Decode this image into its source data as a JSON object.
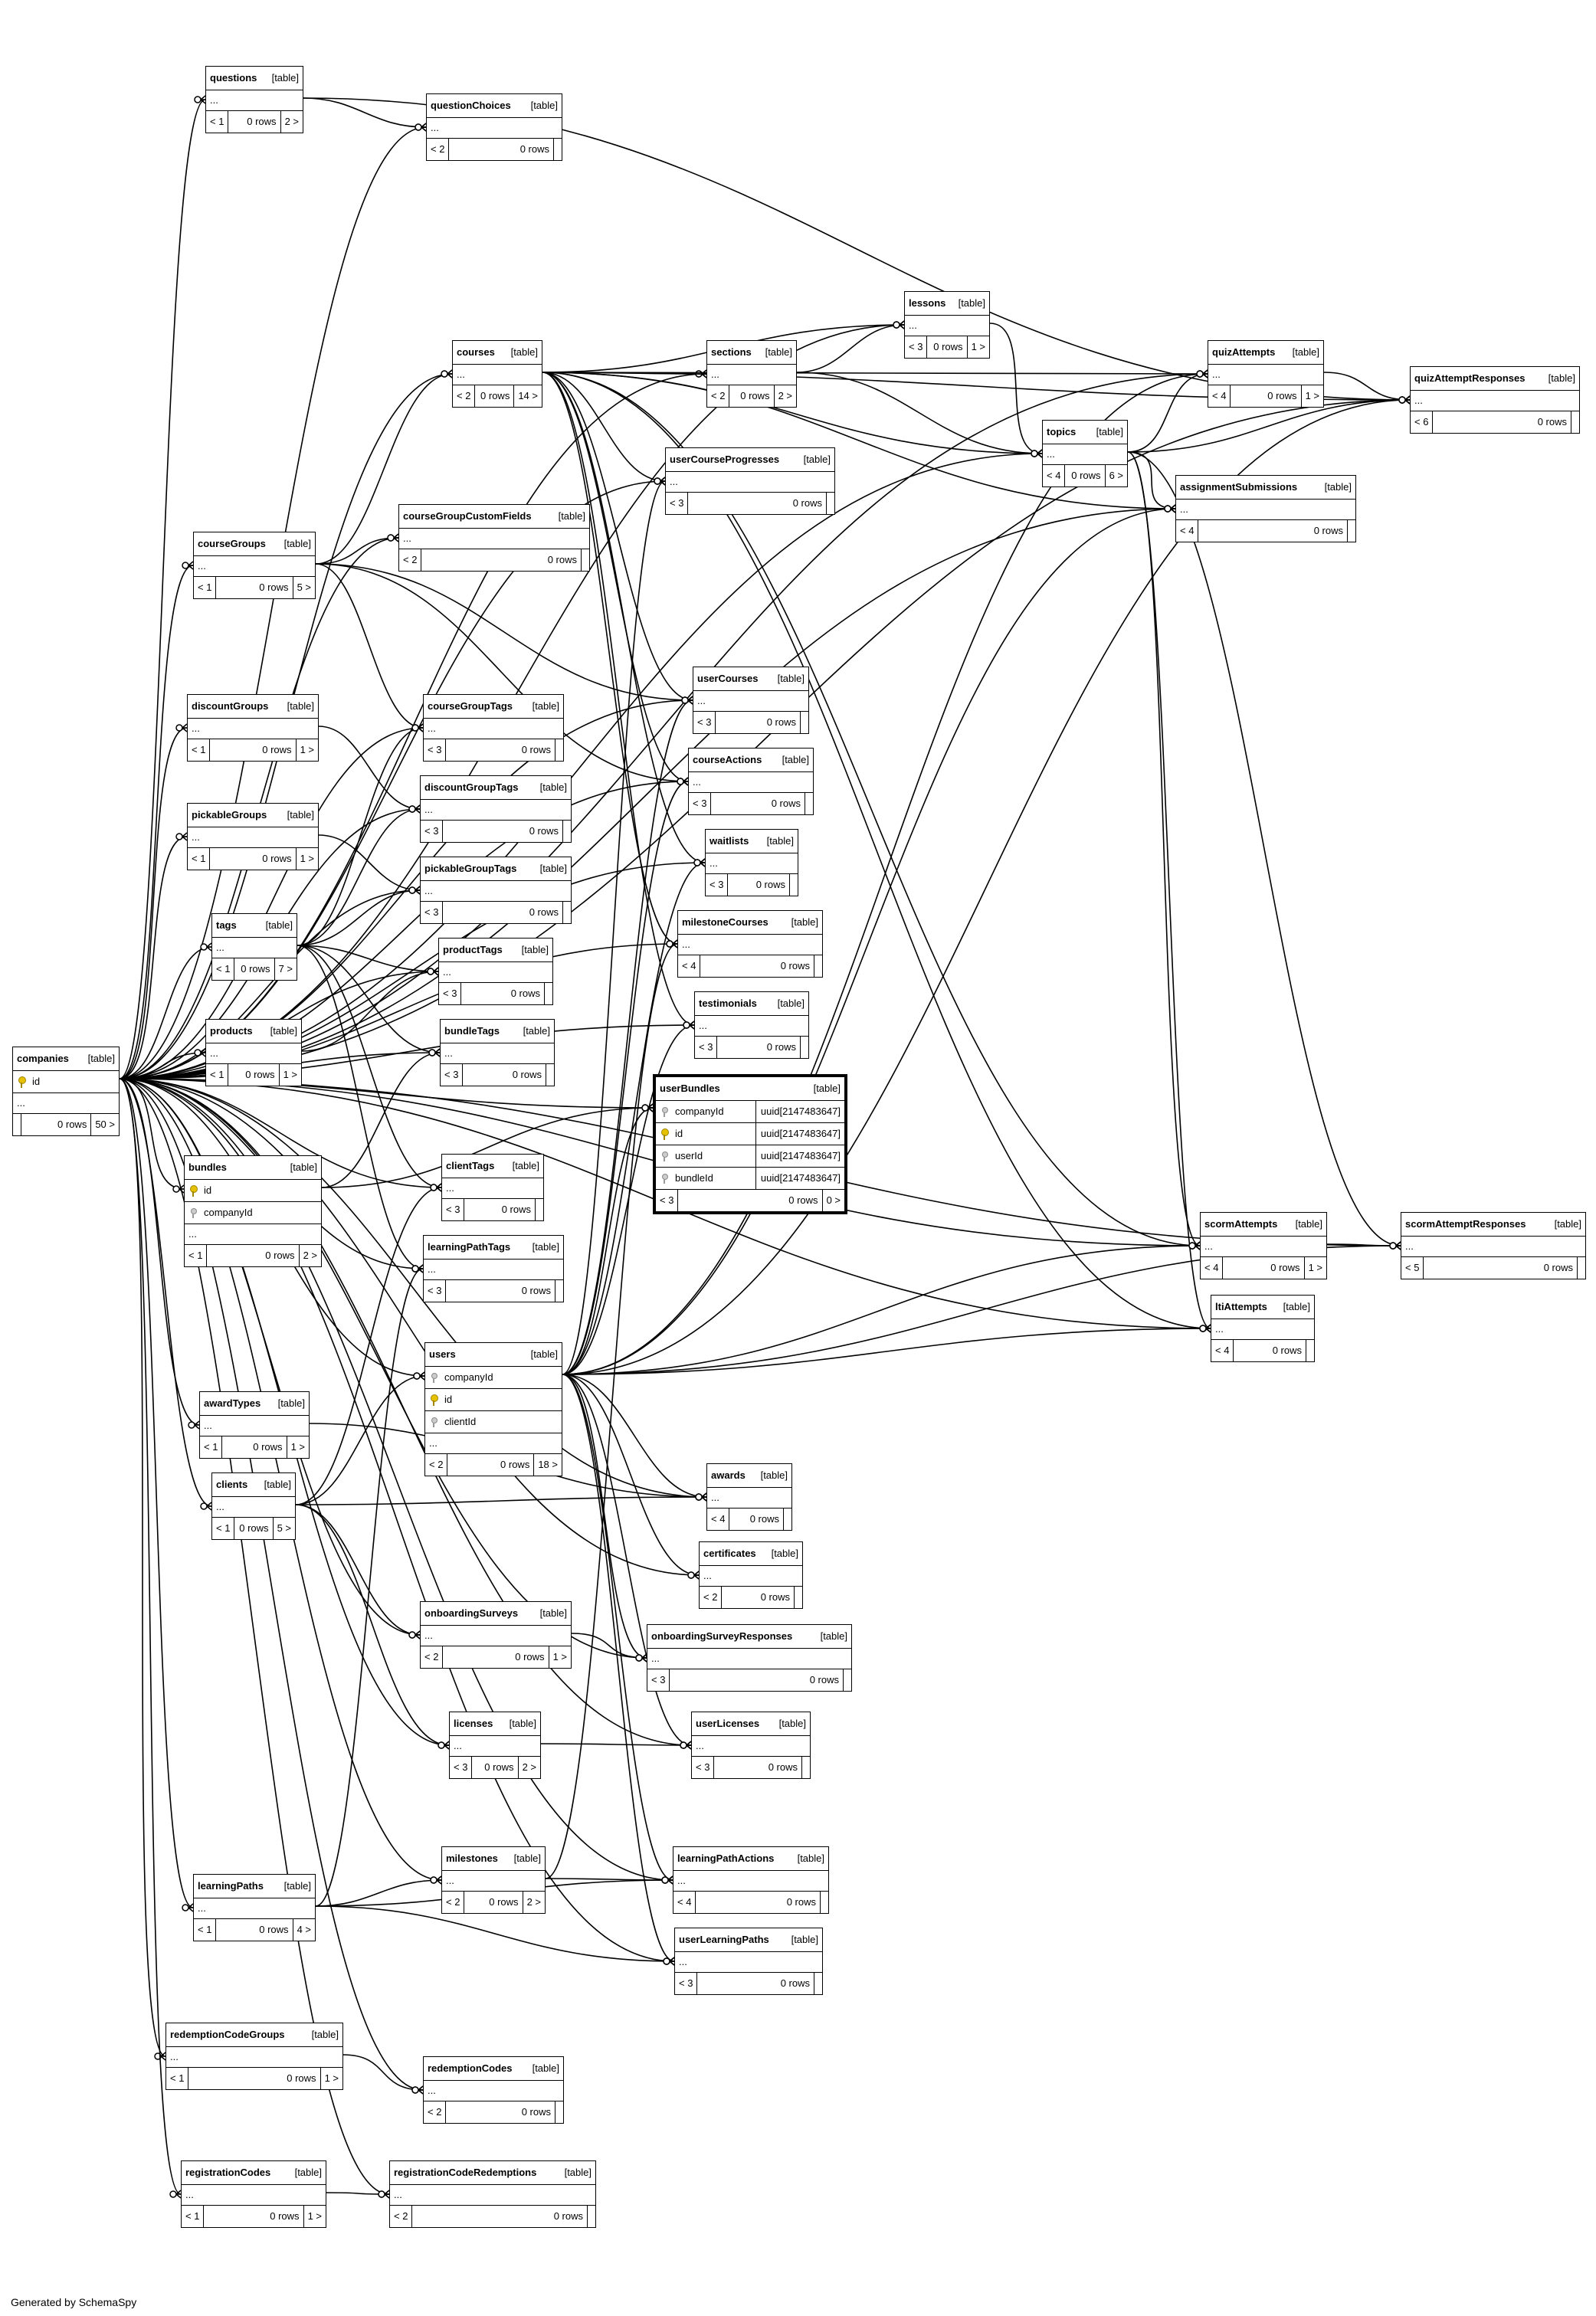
{
  "footer": "Generated by SchemaSpy",
  "tables": [
    {
      "key": "companies",
      "name": "companies",
      "kind": "[table]",
      "cols": [
        {
          "name": "id",
          "key": "pk",
          "type": ""
        }
      ],
      "more": "...",
      "parents": "",
      "rows": "0 rows",
      "children": "50 >"
    },
    {
      "key": "questions",
      "name": "questions",
      "kind": "[table]",
      "cols": [],
      "more": "...",
      "parents": "< 1",
      "rows": "0 rows",
      "children": "2 >"
    },
    {
      "key": "questionChoices",
      "name": "questionChoices",
      "kind": "[table]",
      "cols": [],
      "more": "...",
      "parents": "< 2",
      "rows": "0 rows",
      "children": ""
    },
    {
      "key": "lessons",
      "name": "lessons",
      "kind": "[table]",
      "cols": [],
      "more": "...",
      "parents": "< 3",
      "rows": "0 rows",
      "children": "1 >"
    },
    {
      "key": "courses",
      "name": "courses",
      "kind": "[table]",
      "cols": [],
      "more": "...",
      "parents": "< 2",
      "rows": "0 rows",
      "children": "14 >"
    },
    {
      "key": "sections",
      "name": "sections",
      "kind": "[table]",
      "cols": [],
      "more": "...",
      "parents": "< 2",
      "rows": "0 rows",
      "children": "2 >"
    },
    {
      "key": "quizAttempts",
      "name": "quizAttempts",
      "kind": "[table]",
      "cols": [],
      "more": "...",
      "parents": "< 4",
      "rows": "0 rows",
      "children": "1 >"
    },
    {
      "key": "quizAttemptResponses",
      "name": "quizAttemptResponses",
      "kind": "[table]",
      "cols": [],
      "more": "...",
      "parents": "< 6",
      "rows": "0 rows",
      "children": ""
    },
    {
      "key": "topics",
      "name": "topics",
      "kind": "[table]",
      "cols": [],
      "more": "...",
      "parents": "< 4",
      "rows": "0 rows",
      "children": "6 >"
    },
    {
      "key": "userCourseProgresses",
      "name": "userCourseProgresses",
      "kind": "[table]",
      "cols": [],
      "more": "...",
      "parents": "< 3",
      "rows": "0 rows",
      "children": ""
    },
    {
      "key": "assignmentSubmissions",
      "name": "assignmentSubmissions",
      "kind": "[table]",
      "cols": [],
      "more": "...",
      "parents": "< 4",
      "rows": "0 rows",
      "children": ""
    },
    {
      "key": "courseGroups",
      "name": "courseGroups",
      "kind": "[table]",
      "cols": [],
      "more": "...",
      "parents": "< 1",
      "rows": "0 rows",
      "children": "5 >"
    },
    {
      "key": "courseGroupCustomFields",
      "name": "courseGroupCustomFields",
      "kind": "[table]",
      "cols": [],
      "more": "...",
      "parents": "< 2",
      "rows": "0 rows",
      "children": ""
    },
    {
      "key": "userCourses",
      "name": "userCourses",
      "kind": "[table]",
      "cols": [],
      "more": "...",
      "parents": "< 3",
      "rows": "0 rows",
      "children": ""
    },
    {
      "key": "discountGroups",
      "name": "discountGroups",
      "kind": "[table]",
      "cols": [],
      "more": "...",
      "parents": "< 1",
      "rows": "0 rows",
      "children": "1 >"
    },
    {
      "key": "courseGroupTags",
      "name": "courseGroupTags",
      "kind": "[table]",
      "cols": [],
      "more": "...",
      "parents": "< 3",
      "rows": "0 rows",
      "children": ""
    },
    {
      "key": "courseActions",
      "name": "courseActions",
      "kind": "[table]",
      "cols": [],
      "more": "...",
      "parents": "< 3",
      "rows": "0 rows",
      "children": ""
    },
    {
      "key": "discountGroupTags",
      "name": "discountGroupTags",
      "kind": "[table]",
      "cols": [],
      "more": "...",
      "parents": "< 3",
      "rows": "0 rows",
      "children": ""
    },
    {
      "key": "pickableGroups",
      "name": "pickableGroups",
      "kind": "[table]",
      "cols": [],
      "more": "...",
      "parents": "< 1",
      "rows": "0 rows",
      "children": "1 >"
    },
    {
      "key": "waitlists",
      "name": "waitlists",
      "kind": "[table]",
      "cols": [],
      "more": "...",
      "parents": "< 3",
      "rows": "0 rows",
      "children": ""
    },
    {
      "key": "pickableGroupTags",
      "name": "pickableGroupTags",
      "kind": "[table]",
      "cols": [],
      "more": "...",
      "parents": "< 3",
      "rows": "0 rows",
      "children": ""
    },
    {
      "key": "tags",
      "name": "tags",
      "kind": "[table]",
      "cols": [],
      "more": "...",
      "parents": "< 1",
      "rows": "0 rows",
      "children": "7 >"
    },
    {
      "key": "milestoneCourses",
      "name": "milestoneCourses",
      "kind": "[table]",
      "cols": [],
      "more": "...",
      "parents": "< 4",
      "rows": "0 rows",
      "children": ""
    },
    {
      "key": "productTags",
      "name": "productTags",
      "kind": "[table]",
      "cols": [],
      "more": "...",
      "parents": "< 3",
      "rows": "0 rows",
      "children": ""
    },
    {
      "key": "testimonials",
      "name": "testimonials",
      "kind": "[table]",
      "cols": [],
      "more": "...",
      "parents": "< 3",
      "rows": "0 rows",
      "children": ""
    },
    {
      "key": "products",
      "name": "products",
      "kind": "[table]",
      "cols": [],
      "more": "...",
      "parents": "< 1",
      "rows": "0 rows",
      "children": "1 >"
    },
    {
      "key": "bundleTags",
      "name": "bundleTags",
      "kind": "[table]",
      "cols": [],
      "more": "...",
      "parents": "< 3",
      "rows": "0 rows",
      "children": ""
    },
    {
      "key": "userBundles",
      "name": "userBundles",
      "kind": "[table]",
      "focus": true,
      "cols": [
        {
          "name": "companyId",
          "key": "fk",
          "type": "uuid[2147483647]"
        },
        {
          "name": "id",
          "key": "pk",
          "type": "uuid[2147483647]"
        },
        {
          "name": "userId",
          "key": "fk",
          "type": "uuid[2147483647]"
        },
        {
          "name": "bundleId",
          "key": "fk",
          "type": "uuid[2147483647]"
        }
      ],
      "more": "",
      "parents": "< 3",
      "rows": "0 rows",
      "children": "0 >"
    },
    {
      "key": "bundles",
      "name": "bundles",
      "kind": "[table]",
      "cols": [
        {
          "name": "id",
          "key": "pk",
          "type": ""
        },
        {
          "name": "companyId",
          "key": "fk",
          "type": ""
        }
      ],
      "more": "...",
      "parents": "< 1",
      "rows": "0 rows",
      "children": "2 >"
    },
    {
      "key": "clientTags",
      "name": "clientTags",
      "kind": "[table]",
      "cols": [],
      "more": "...",
      "parents": "< 3",
      "rows": "0 rows",
      "children": ""
    },
    {
      "key": "learningPathTags",
      "name": "learningPathTags",
      "kind": "[table]",
      "cols": [],
      "more": "...",
      "parents": "< 3",
      "rows": "0 rows",
      "children": ""
    },
    {
      "key": "scormAttempts",
      "name": "scormAttempts",
      "kind": "[table]",
      "cols": [],
      "more": "...",
      "parents": "< 4",
      "rows": "0 rows",
      "children": "1 >"
    },
    {
      "key": "scormAttemptResponses",
      "name": "scormAttemptResponses",
      "kind": "[table]",
      "cols": [],
      "more": "...",
      "parents": "< 5",
      "rows": "0 rows",
      "children": ""
    },
    {
      "key": "ltiAttempts",
      "name": "ltiAttempts",
      "kind": "[table]",
      "cols": [],
      "more": "...",
      "parents": "< 4",
      "rows": "0 rows",
      "children": ""
    },
    {
      "key": "users",
      "name": "users",
      "kind": "[table]",
      "cols": [
        {
          "name": "companyId",
          "key": "fk",
          "type": ""
        },
        {
          "name": "id",
          "key": "pk",
          "type": ""
        },
        {
          "name": "clientId",
          "key": "fk",
          "type": ""
        }
      ],
      "more": "...",
      "parents": "< 2",
      "rows": "0 rows",
      "children": "18 >"
    },
    {
      "key": "awardTypes",
      "name": "awardTypes",
      "kind": "[table]",
      "cols": [],
      "more": "...",
      "parents": "< 1",
      "rows": "0 rows",
      "children": "1 >"
    },
    {
      "key": "clients",
      "name": "clients",
      "kind": "[table]",
      "cols": [],
      "more": "...",
      "parents": "< 1",
      "rows": "0 rows",
      "children": "5 >"
    },
    {
      "key": "awards",
      "name": "awards",
      "kind": "[table]",
      "cols": [],
      "more": "...",
      "parents": "< 4",
      "rows": "0 rows",
      "children": ""
    },
    {
      "key": "certificates",
      "name": "certificates",
      "kind": "[table]",
      "cols": [],
      "more": "...",
      "parents": "< 2",
      "rows": "0 rows",
      "children": ""
    },
    {
      "key": "onboardingSurveys",
      "name": "onboardingSurveys",
      "kind": "[table]",
      "cols": [],
      "more": "...",
      "parents": "< 2",
      "rows": "0 rows",
      "children": "1 >"
    },
    {
      "key": "onboardingSurveyResponses",
      "name": "onboardingSurveyResponses",
      "kind": "[table]",
      "cols": [],
      "more": "...",
      "parents": "< 3",
      "rows": "0 rows",
      "children": ""
    },
    {
      "key": "licenses",
      "name": "licenses",
      "kind": "[table]",
      "cols": [],
      "more": "...",
      "parents": "< 3",
      "rows": "0 rows",
      "children": "2 >"
    },
    {
      "key": "userLicenses",
      "name": "userLicenses",
      "kind": "[table]",
      "cols": [],
      "more": "...",
      "parents": "< 3",
      "rows": "0 rows",
      "children": ""
    },
    {
      "key": "milestones",
      "name": "milestones",
      "kind": "[table]",
      "cols": [],
      "more": "...",
      "parents": "< 2",
      "rows": "0 rows",
      "children": "2 >"
    },
    {
      "key": "learningPathActions",
      "name": "learningPathActions",
      "kind": "[table]",
      "cols": [],
      "more": "...",
      "parents": "< 4",
      "rows": "0 rows",
      "children": ""
    },
    {
      "key": "learningPaths",
      "name": "learningPaths",
      "kind": "[table]",
      "cols": [],
      "more": "...",
      "parents": "< 1",
      "rows": "0 rows",
      "children": "4 >"
    },
    {
      "key": "userLearningPaths",
      "name": "userLearningPaths",
      "kind": "[table]",
      "cols": [],
      "more": "...",
      "parents": "< 3",
      "rows": "0 rows",
      "children": ""
    },
    {
      "key": "redemptionCodeGroups",
      "name": "redemptionCodeGroups",
      "kind": "[table]",
      "cols": [],
      "more": "...",
      "parents": "< 1",
      "rows": "0 rows",
      "children": "1 >"
    },
    {
      "key": "redemptionCodes",
      "name": "redemptionCodes",
      "kind": "[table]",
      "cols": [],
      "more": "...",
      "parents": "< 2",
      "rows": "0 rows",
      "children": ""
    },
    {
      "key": "registrationCodes",
      "name": "registrationCodes",
      "kind": "[table]",
      "cols": [],
      "more": "...",
      "parents": "< 1",
      "rows": "0 rows",
      "children": "1 >"
    },
    {
      "key": "registrationCodeRedemptions",
      "name": "registrationCodeRedemptions",
      "kind": "[table]",
      "cols": [],
      "more": "...",
      "parents": "< 2",
      "rows": "0 rows",
      "children": ""
    }
  ],
  "relations": [
    [
      "companies",
      "questions"
    ],
    [
      "companies",
      "questionChoices"
    ],
    [
      "companies",
      "lessons"
    ],
    [
      "companies",
      "courses"
    ],
    [
      "companies",
      "sections"
    ],
    [
      "companies",
      "quizAttempts"
    ],
    [
      "companies",
      "quizAttemptResponses"
    ],
    [
      "companies",
      "topics"
    ],
    [
      "companies",
      "userCourseProgresses"
    ],
    [
      "companies",
      "assignmentSubmissions"
    ],
    [
      "companies",
      "courseGroups"
    ],
    [
      "companies",
      "courseGroupCustomFields"
    ],
    [
      "companies",
      "userCourses"
    ],
    [
      "companies",
      "discountGroups"
    ],
    [
      "companies",
      "courseGroupTags"
    ],
    [
      "companies",
      "courseActions"
    ],
    [
      "companies",
      "discountGroupTags"
    ],
    [
      "companies",
      "pickableGroups"
    ],
    [
      "companies",
      "waitlists"
    ],
    [
      "companies",
      "pickableGroupTags"
    ],
    [
      "companies",
      "tags"
    ],
    [
      "companies",
      "milestoneCourses"
    ],
    [
      "companies",
      "productTags"
    ],
    [
      "companies",
      "testimonials"
    ],
    [
      "companies",
      "products"
    ],
    [
      "companies",
      "bundleTags"
    ],
    [
      "companies",
      "userBundles"
    ],
    [
      "companies",
      "bundles"
    ],
    [
      "companies",
      "clientTags"
    ],
    [
      "companies",
      "learningPathTags"
    ],
    [
      "companies",
      "scormAttempts"
    ],
    [
      "companies",
      "scormAttemptResponses"
    ],
    [
      "companies",
      "ltiAttempts"
    ],
    [
      "companies",
      "users"
    ],
    [
      "companies",
      "awardTypes"
    ],
    [
      "companies",
      "clients"
    ],
    [
      "companies",
      "awards"
    ],
    [
      "companies",
      "certificates"
    ],
    [
      "companies",
      "onboardingSurveys"
    ],
    [
      "companies",
      "onboardingSurveyResponses"
    ],
    [
      "companies",
      "licenses"
    ],
    [
      "companies",
      "userLicenses"
    ],
    [
      "companies",
      "milestones"
    ],
    [
      "companies",
      "learningPathActions"
    ],
    [
      "companies",
      "learningPaths"
    ],
    [
      "companies",
      "userLearningPaths"
    ],
    [
      "companies",
      "redemptionCodeGroups"
    ],
    [
      "companies",
      "redemptionCodes"
    ],
    [
      "companies",
      "registrationCodes"
    ],
    [
      "companies",
      "registrationCodeRedemptions"
    ],
    [
      "questions",
      "questionChoices"
    ],
    [
      "questions",
      "quizAttemptResponses"
    ],
    [
      "courses",
      "sections"
    ],
    [
      "courses",
      "lessons"
    ],
    [
      "courses",
      "topics"
    ],
    [
      "courses",
      "quizAttempts"
    ],
    [
      "courses",
      "userCourseProgresses"
    ],
    [
      "courses",
      "assignmentSubmissions"
    ],
    [
      "courses",
      "userCourses"
    ],
    [
      "courses",
      "courseActions"
    ],
    [
      "courses",
      "waitlists"
    ],
    [
      "courses",
      "milestoneCourses"
    ],
    [
      "courses",
      "testimonials"
    ],
    [
      "courses",
      "scormAttempts"
    ],
    [
      "courses",
      "ltiAttempts"
    ],
    [
      "courses",
      "quizAttemptResponses"
    ],
    [
      "sections",
      "lessons"
    ],
    [
      "sections",
      "topics"
    ],
    [
      "lessons",
      "topics"
    ],
    [
      "topics",
      "quizAttempts"
    ],
    [
      "topics",
      "quizAttemptResponses"
    ],
    [
      "topics",
      "assignmentSubmissions"
    ],
    [
      "topics",
      "scormAttempts"
    ],
    [
      "topics",
      "scormAttemptResponses"
    ],
    [
      "topics",
      "ltiAttempts"
    ],
    [
      "quizAttempts",
      "quizAttemptResponses"
    ],
    [
      "scormAttempts",
      "scormAttemptResponses"
    ],
    [
      "courseGroups",
      "courseGroupCustomFields"
    ],
    [
      "courseGroups",
      "courses"
    ],
    [
      "courseGroups",
      "courseGroupTags"
    ],
    [
      "courseGroups",
      "userCourses"
    ],
    [
      "courseGroups",
      "courseActions"
    ],
    [
      "discountGroups",
      "discountGroupTags"
    ],
    [
      "pickableGroups",
      "pickableGroupTags"
    ],
    [
      "tags",
      "courseGroupTags"
    ],
    [
      "tags",
      "discountGroupTags"
    ],
    [
      "tags",
      "pickableGroupTags"
    ],
    [
      "tags",
      "productTags"
    ],
    [
      "tags",
      "bundleTags"
    ],
    [
      "tags",
      "clientTags"
    ],
    [
      "tags",
      "learningPathTags"
    ],
    [
      "products",
      "productTags"
    ],
    [
      "bundles",
      "bundleTags"
    ],
    [
      "bundles",
      "userBundles"
    ],
    [
      "users",
      "userBundles"
    ],
    [
      "users",
      "userCourseProgresses"
    ],
    [
      "users",
      "userCourses"
    ],
    [
      "users",
      "courseActions"
    ],
    [
      "users",
      "waitlists"
    ],
    [
      "users",
      "quizAttempts"
    ],
    [
      "users",
      "assignmentSubmissions"
    ],
    [
      "users",
      "scormAttempts"
    ],
    [
      "users",
      "scormAttemptResponses"
    ],
    [
      "users",
      "ltiAttempts"
    ],
    [
      "users",
      "awards"
    ],
    [
      "users",
      "certificates"
    ],
    [
      "users",
      "onboardingSurveyResponses"
    ],
    [
      "users",
      "userLicenses"
    ],
    [
      "users",
      "learningPathActions"
    ],
    [
      "users",
      "userLearningPaths"
    ],
    [
      "users",
      "testimonials"
    ],
    [
      "users",
      "quizAttemptResponses"
    ],
    [
      "awardTypes",
      "awards"
    ],
    [
      "clients",
      "users"
    ],
    [
      "clients",
      "clientTags"
    ],
    [
      "clients",
      "awards"
    ],
    [
      "clients",
      "onboardingSurveys"
    ],
    [
      "clients",
      "licenses"
    ],
    [
      "onboardingSurveys",
      "onboardingSurveyResponses"
    ],
    [
      "licenses",
      "userLicenses"
    ],
    [
      "milestones",
      "milestoneCourses"
    ],
    [
      "milestones",
      "learningPathActions"
    ],
    [
      "learningPaths",
      "milestones"
    ],
    [
      "learningPaths",
      "learningPathTags"
    ],
    [
      "learningPaths",
      "learningPathActions"
    ],
    [
      "learningPaths",
      "userLearningPaths"
    ],
    [
      "redemptionCodeGroups",
      "redemptionCodes"
    ],
    [
      "registrationCodes",
      "registrationCodeRedemptions"
    ]
  ]
}
